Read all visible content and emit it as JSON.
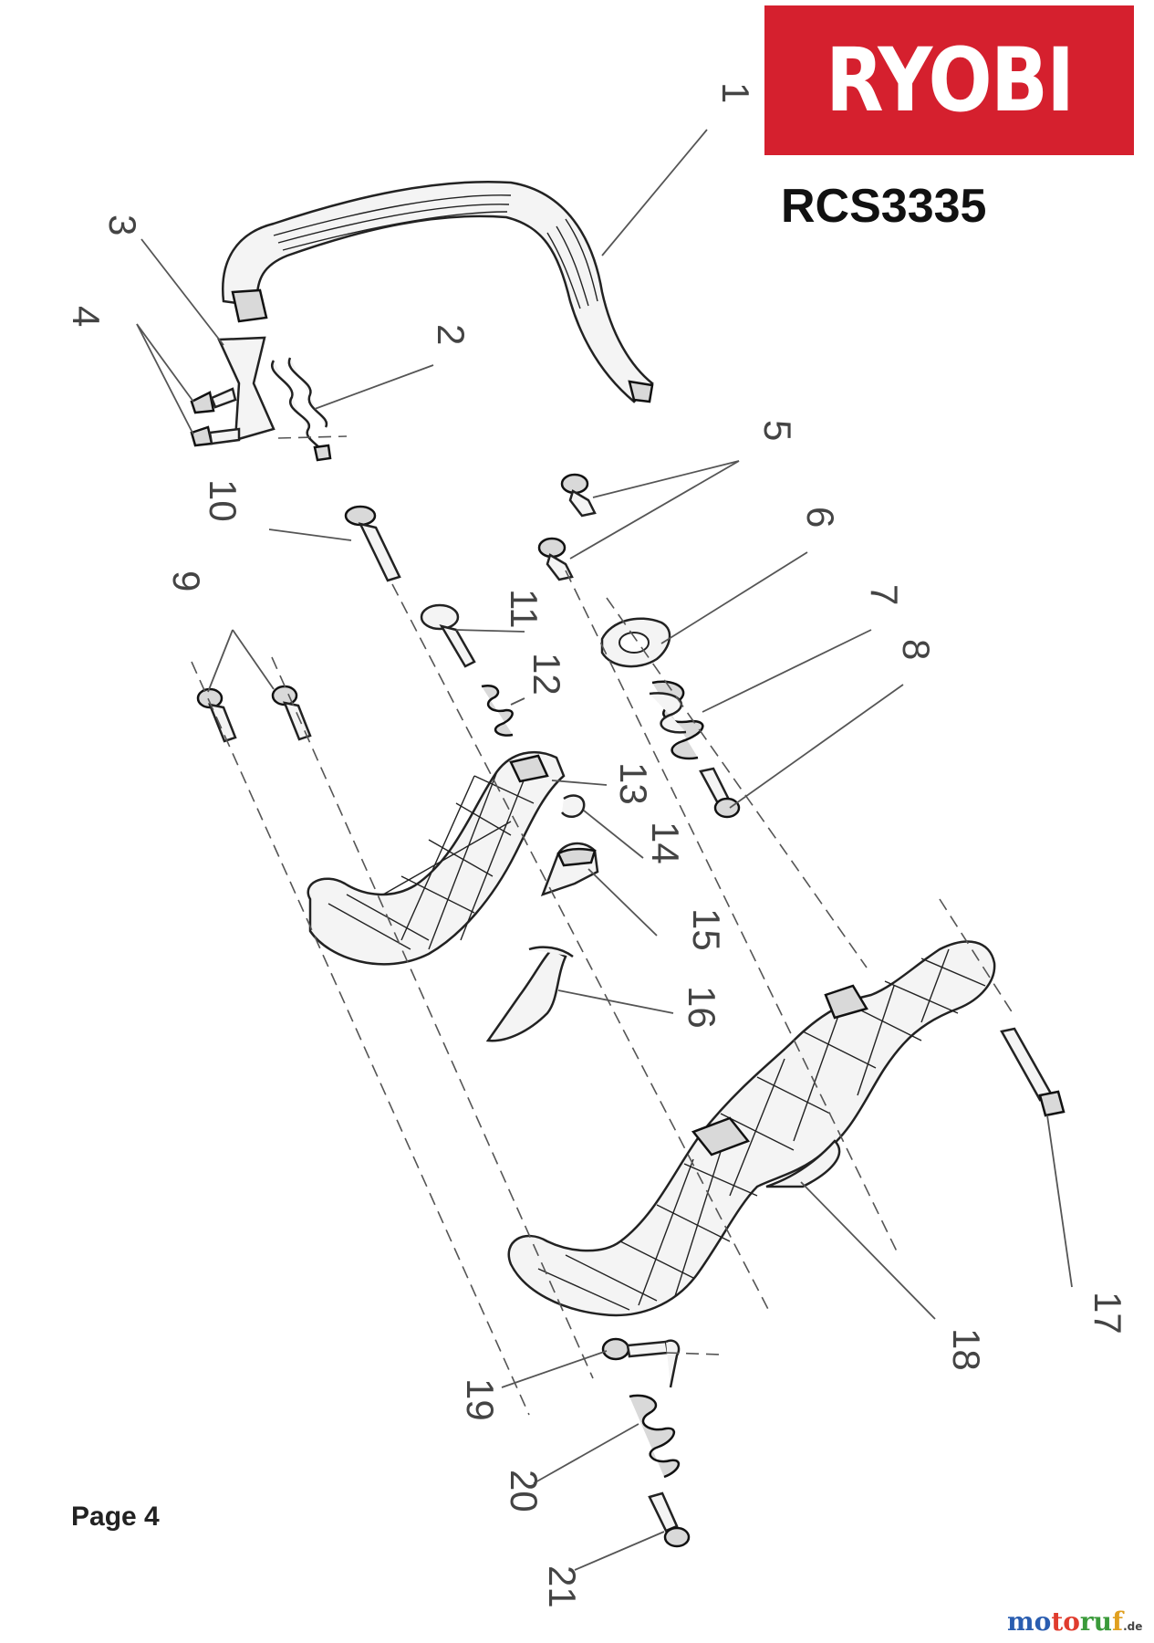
{
  "brand": {
    "logo": "RYOBI",
    "brand_color": "#d5202e"
  },
  "model": "RCS3335",
  "page_label": "Page 4",
  "watermark": {
    "part1": "mo",
    "part2": "to",
    "part3": "ru",
    "part4": "f",
    "tld": ".de"
  },
  "part_numbers": [
    "1",
    "2",
    "3",
    "4",
    "5",
    "6",
    "7",
    "8",
    "9",
    "10",
    "11",
    "12",
    "13",
    "14",
    "15",
    "16",
    "17",
    "18",
    "19",
    "20",
    "21"
  ]
}
